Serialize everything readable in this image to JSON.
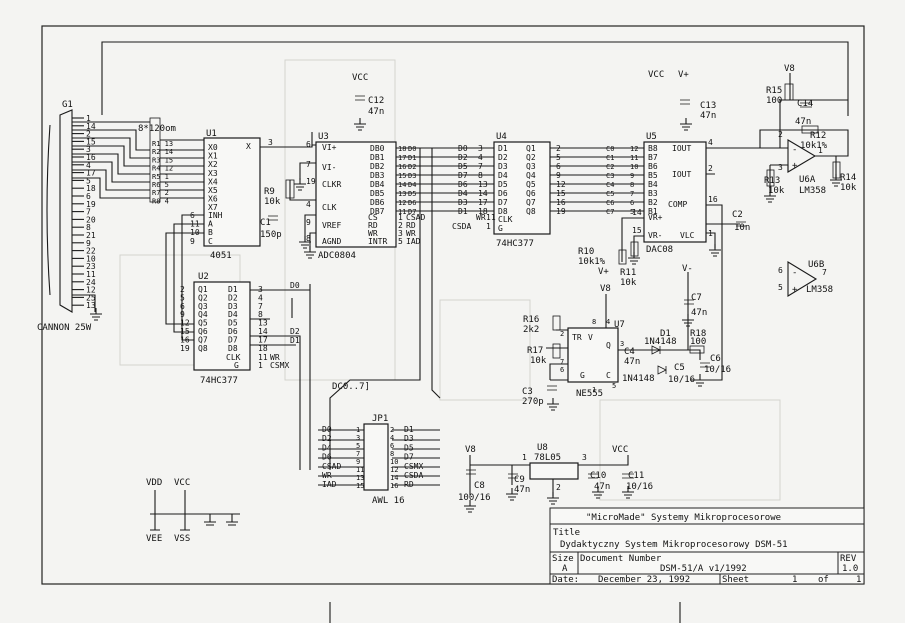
{
  "connector": {
    "ref": "G1",
    "name": "CANNON 25W",
    "pins": [
      "1",
      "14",
      "2",
      "15",
      "3",
      "16",
      "4",
      "17",
      "5",
      "18",
      "6",
      "19",
      "7",
      "20",
      "8",
      "21",
      "9",
      "22",
      "10",
      "23",
      "11",
      "24",
      "12",
      "25",
      "13"
    ]
  },
  "resistor_note": "8*120om",
  "u1": {
    "ref": "U1",
    "part": "4051",
    "left_pins": [
      "X0",
      "X1",
      "X2",
      "X3",
      "X4",
      "X5",
      "X6",
      "X7"
    ],
    "ctrl_pins": [
      "INH",
      "A",
      "B",
      "C"
    ],
    "ctrl_nums": [
      "6",
      "11",
      "10",
      "9"
    ],
    "out_pin": "X",
    "out_num": "3",
    "resistors": [
      "R1 13",
      "R2 14",
      "R3 15",
      "R4 12",
      "R5 1",
      "R6 5",
      "R7 2",
      "R8 4"
    ]
  },
  "u2": {
    "ref": "U2",
    "part": "74HC377",
    "left": [
      "Q1",
      "Q2",
      "Q3",
      "Q4",
      "Q5",
      "Q6",
      "Q7",
      "Q8"
    ],
    "right": [
      "D1",
      "D2",
      "D3",
      "D4",
      "D5",
      "D6",
      "D7",
      "D8"
    ],
    "lnums": [
      "2",
      "5",
      "6",
      "9",
      "12",
      "15",
      "16",
      "19"
    ],
    "rnums": [
      "3",
      "4",
      "7",
      "8",
      "13",
      "14",
      "17",
      "18"
    ],
    "clk": "CLK",
    "g": "G",
    "clk_net": "WR",
    "g_net": "CSMX",
    "clk_num": "11",
    "g_num": "1",
    "nets": [
      "D0",
      "D1",
      "D2"
    ]
  },
  "u3": {
    "ref": "U3",
    "part": "ADC0804",
    "left": [
      "VI+",
      "VI-",
      "CLKR",
      "CLK",
      "VREF",
      "AGND"
    ],
    "right": [
      "DB0",
      "DB1",
      "DB2",
      "DB3",
      "DB4",
      "DB5",
      "DB6",
      "DB7"
    ],
    "ctrl": [
      "CS",
      "RD",
      "WR",
      "INTR"
    ],
    "ctrl_nets": [
      "CSAD",
      "RD",
      "WR",
      "IAD"
    ],
    "ctrl_nums": [
      "1",
      "2",
      "3",
      "5"
    ],
    "pin_nums": [
      "6",
      "7",
      "19",
      "4",
      "9",
      "8"
    ],
    "dnums": [
      "18",
      "17",
      "16",
      "15",
      "14",
      "13",
      "12",
      "11"
    ],
    "dnets": [
      "D0",
      "D1",
      "D2",
      "D3",
      "D4",
      "D5",
      "D6",
      "D7"
    ]
  },
  "u4": {
    "ref": "U4",
    "part": "74HC377",
    "left": [
      "D1",
      "D2",
      "D3",
      "D4",
      "D5",
      "D6",
      "D7",
      "D8"
    ],
    "right": [
      "Q1",
      "Q2",
      "Q3",
      "Q4",
      "Q5",
      "Q6",
      "Q7",
      "Q8"
    ],
    "lnets": [
      "D0",
      "D2",
      "D5",
      "D7",
      "D6",
      "D4",
      "D3",
      "D1"
    ],
    "lnums": [
      "3",
      "4",
      "7",
      "8",
      "13",
      "14",
      "17",
      "18"
    ],
    "rnums": [
      "2",
      "5",
      "6",
      "9",
      "12",
      "15",
      "16",
      "19"
    ],
    "clk": "CLK",
    "g": "G",
    "clk_net": "WR",
    "g_net": "CSDA",
    "clk_num": "11",
    "g_num": "1"
  },
  "u5": {
    "ref": "U5",
    "part": "DAC08",
    "left": [
      "B8",
      "B7",
      "B6",
      "B5",
      "B4",
      "B3",
      "B2",
      "B1"
    ],
    "nums": [
      "12",
      "11",
      "10",
      "9",
      "8",
      "7",
      "6",
      "5"
    ],
    "cnets": [
      "C0",
      "C1",
      "C2",
      "C3",
      "C4",
      "C5",
      "C6",
      "C7"
    ],
    "outs": [
      "IOUT",
      "IOUT"
    ],
    "out_nums": [
      "4",
      "2"
    ],
    "comp": "COMP",
    "comp_num": "16",
    "vr_plus": "VR+",
    "vr_plus_num": "14",
    "vr_minus": "VR-",
    "vlc": "VLC",
    "vr_minus_num": "15",
    "vlc_num": "1"
  },
  "u6a": {
    "ref": "U6A",
    "part": "LM358"
  },
  "u6b": {
    "ref": "U6B",
    "part": "LM358"
  },
  "u7": {
    "ref": "U7",
    "part": "NE555",
    "pins": [
      "TR",
      "V",
      "Q",
      "G",
      "C"
    ],
    "nums": [
      "2",
      "7",
      "6",
      "3",
      "5",
      "8",
      "4",
      "1"
    ]
  },
  "u8": {
    "ref": "U8",
    "part": "78L05",
    "nums": [
      "1",
      "2",
      "3"
    ]
  },
  "jp1": {
    "ref": "JP1",
    "part": "AWL 16",
    "left": [
      "D0",
      "D2",
      "D4",
      "D6",
      "CSAD",
      "WR",
      "IAD"
    ],
    "right": [
      "D1",
      "D3",
      "D5",
      "D7",
      "CSMX",
      "CSDA",
      "RD"
    ],
    "lnums": [
      "1",
      "3",
      "5",
      "7",
      "9",
      "11",
      "13",
      "15"
    ],
    "rnums": [
      "2",
      "4",
      "6",
      "8",
      "10",
      "12",
      "14",
      "16"
    ]
  },
  "bus_label": "DC0..7]",
  "parts": {
    "c1": [
      "C1",
      "150p"
    ],
    "c2": [
      "C2",
      "10n"
    ],
    "c3": [
      "C3",
      "270p"
    ],
    "c4": [
      "C4",
      "47n"
    ],
    "c5": [
      "C5",
      "10/16"
    ],
    "c6": [
      "C6",
      "10/16"
    ],
    "c7": [
      "C7",
      "47n"
    ],
    "c8": [
      "C8",
      "100/16"
    ],
    "c9": [
      "C9",
      "47n"
    ],
    "c10": [
      "C10",
      "47n"
    ],
    "c11": [
      "C11",
      "10/16"
    ],
    "c12": [
      "C12",
      "47n"
    ],
    "c13": [
      "C13",
      "47n"
    ],
    "c14": [
      "C14",
      "47n"
    ],
    "r9": [
      "R9",
      "10k"
    ],
    "r10": [
      "R10",
      "10k1%"
    ],
    "r11": [
      "R11",
      "10k"
    ],
    "r12": [
      "R12",
      "10k1%"
    ],
    "r13": [
      "R13",
      "10k"
    ],
    "r14": [
      "R14",
      "10k"
    ],
    "r15": [
      "R15",
      "100"
    ],
    "r16": [
      "R16",
      "2k2"
    ],
    "r17": [
      "R17",
      "10k"
    ],
    "r18": [
      "R18",
      "100"
    ],
    "d1": [
      "D1",
      "1N4148"
    ],
    "d2": "1N4148"
  },
  "power": {
    "vcc": "VCC",
    "vplus": "V+",
    "vminus": "V-",
    "v8": "V8",
    "vdd": "VDD",
    "vee": "VEE",
    "vss": "VSS"
  },
  "title_block": {
    "company": "\"MicroMade\" Systemy Mikroprocesorowe",
    "title_label": "Title",
    "title": "Dydaktyczny System Mikroprocesorowy DSM-51",
    "size_label": "Size",
    "size": "A",
    "docnum_label": "Document Number",
    "docnum": "DSM-51/A v1/1992",
    "rev_label": "REV",
    "rev": "1.0",
    "date_label": "Date:",
    "date": "December 23, 1992",
    "sheet_label": "Sheet",
    "sheet": "1",
    "of_label": "of",
    "sheets": "1"
  }
}
